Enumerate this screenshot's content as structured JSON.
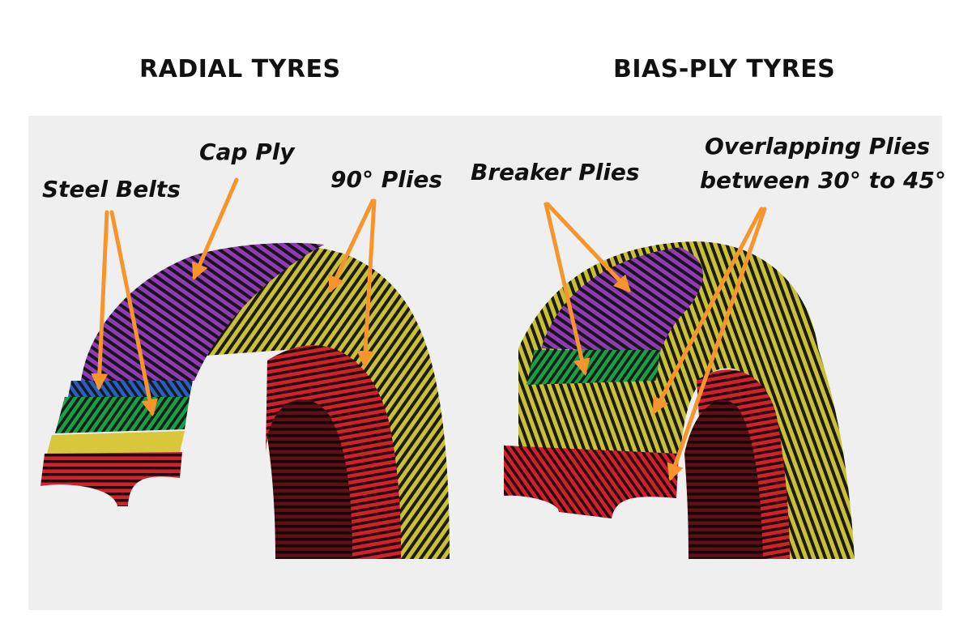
{
  "headings": {
    "radial": "RADIAL TYRES",
    "bias": "BIAS-PLY TYRES"
  },
  "labels": {
    "steel_belts": "Steel Belts",
    "cap_ply": "Cap Ply",
    "ninety_plies": "90° Plies",
    "breaker_plies": "Breaker Plies",
    "overlapping_line1": "Overlapping Plies",
    "overlapping_line2": "between 30° to 45°"
  },
  "colors": {
    "purple": "#8b3fae",
    "yellow": "#c8c038",
    "red": "#cf2231",
    "green": "#1f9b4a",
    "blue": "#2f5fb0",
    "arrow": "#f5952b",
    "panel": "#efefef"
  }
}
